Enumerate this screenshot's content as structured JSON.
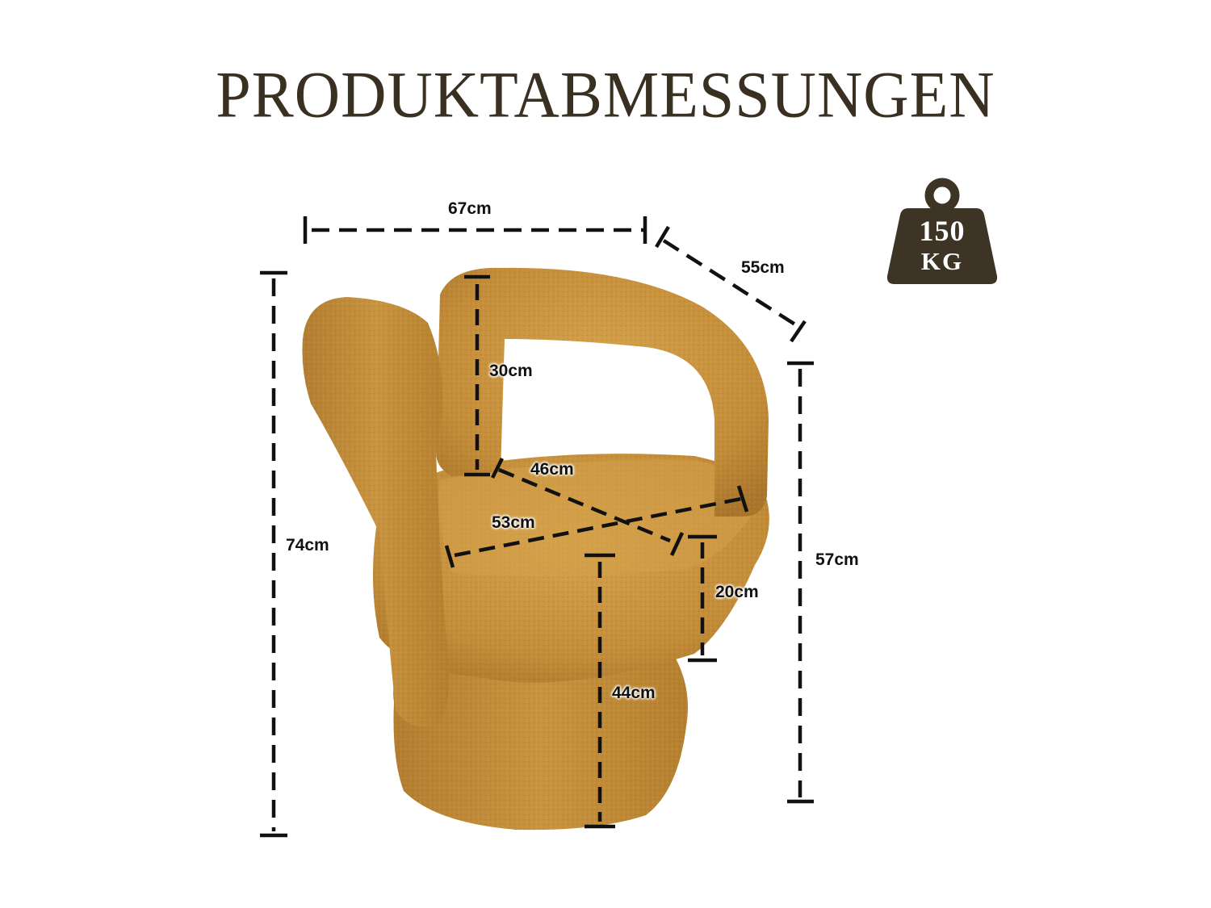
{
  "title": "PRODUKTABMESSUNGEN",
  "weight_badge": {
    "value": "150",
    "unit": "KG",
    "color": "#3d3426"
  },
  "product": {
    "description": "Ochre/mustard boucle swivel armchair with open looped backrest and round pedestal base",
    "fabric_color": "#c9953e"
  },
  "dimensions": {
    "width": "67cm",
    "depth": "55cm",
    "total_height": "74cm",
    "armrest_side_height": "57cm",
    "backrest_height": "30cm",
    "seat_depth": "46cm",
    "seat_width": "53cm",
    "seat_cushion_thickness": "20cm",
    "seat_height": "44cm"
  },
  "colors": {
    "title": "#3a3022",
    "dimension_lines": "#111111",
    "background": "#ffffff"
  }
}
